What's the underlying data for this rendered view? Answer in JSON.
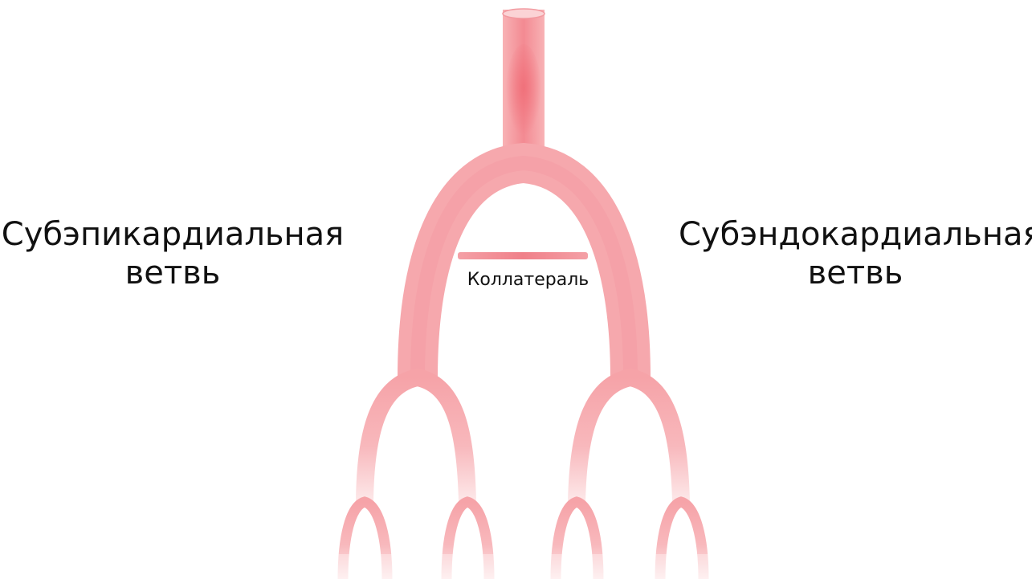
{
  "labels": {
    "left_line1": "Субэпикардиальная",
    "left_line2": "ветвь",
    "right_line1": "Субэндокардиальная",
    "right_line2": "ветвь",
    "collateral": "Коллатераль"
  },
  "colors": {
    "vessel": "#f7aeb1",
    "vessel_highlight": "#f0777f",
    "vessel_fade": "#fde8e9",
    "text": "#111111"
  }
}
